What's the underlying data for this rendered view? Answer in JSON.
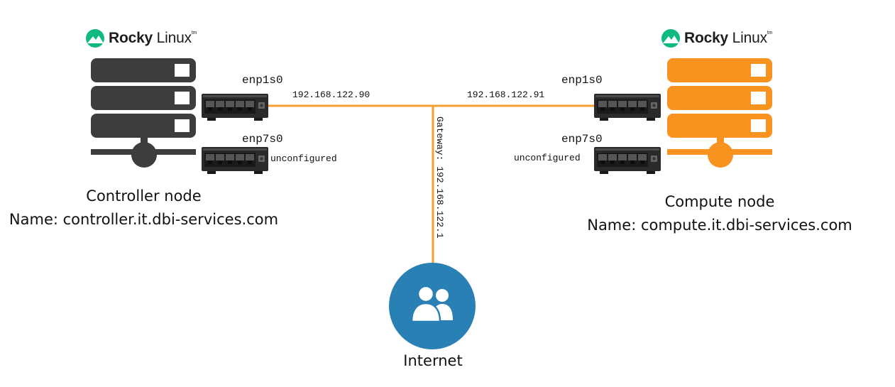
{
  "colors": {
    "controller_server": "#3d3d3d",
    "compute_server": "#f7931e",
    "link": "#f5a033",
    "internet_circle": "#2980b5",
    "logo_green": "#10b981",
    "switch_body": "#2a2a2a"
  },
  "controller": {
    "logo_brand": "Rocky",
    "logo_suffix": "Linux",
    "logo_tm": "tm",
    "title": "Controller node",
    "name": "Name: controller.it.dbi-services.com",
    "interfaces": [
      {
        "name": "enp1s0",
        "value": "192.168.122.90"
      },
      {
        "name": "enp7s0",
        "value": "unconfigured"
      }
    ]
  },
  "compute": {
    "logo_brand": "Rocky",
    "logo_suffix": "Linux",
    "logo_tm": "tm",
    "title": "Compute node",
    "name": "Name: compute.it.dbi-services.com",
    "interfaces": [
      {
        "name": "enp1s0",
        "value": "192.168.122.91"
      },
      {
        "name": "enp7s0",
        "value": "unconfigured"
      }
    ]
  },
  "gateway": {
    "label": "Gateway: 192.168.122.1"
  },
  "internet": {
    "label": "Internet",
    "icon": "users-icon"
  }
}
